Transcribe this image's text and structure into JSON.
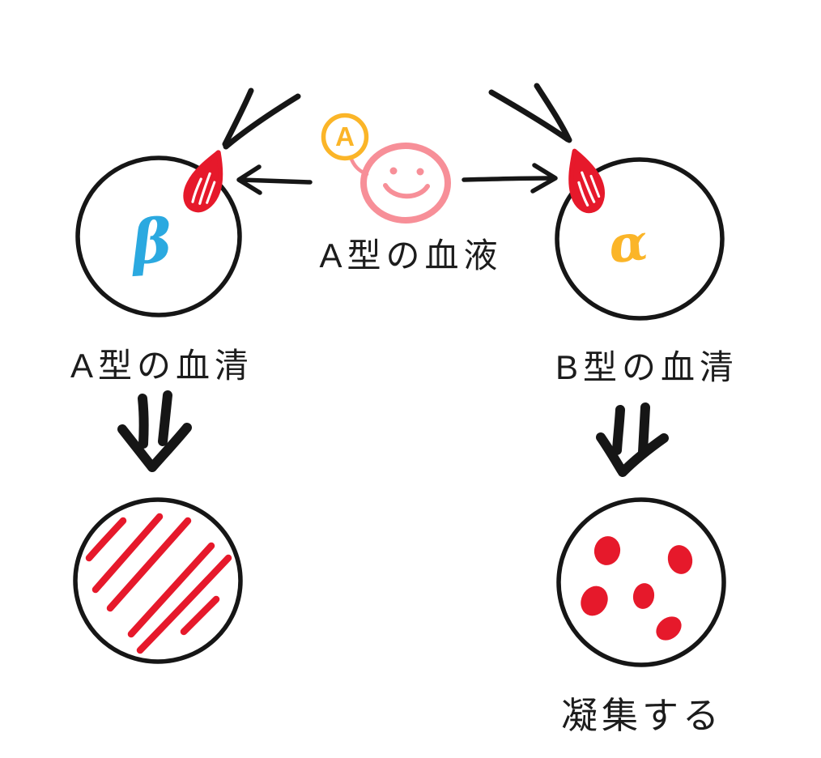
{
  "colors": {
    "background": "#FFFFFF",
    "ink": "#161616",
    "red": "#E6192B",
    "pink": "#F78F98",
    "yellow": "#FBB528",
    "blue": "#2BA9E0"
  },
  "center_source": {
    "antigen_label": "A",
    "caption": "A型の血液"
  },
  "left_test": {
    "serum_symbol": "β",
    "caption": "A型の血清"
  },
  "right_test": {
    "serum_symbol": "α",
    "caption": "B型の血清",
    "result_caption": "凝集する"
  }
}
